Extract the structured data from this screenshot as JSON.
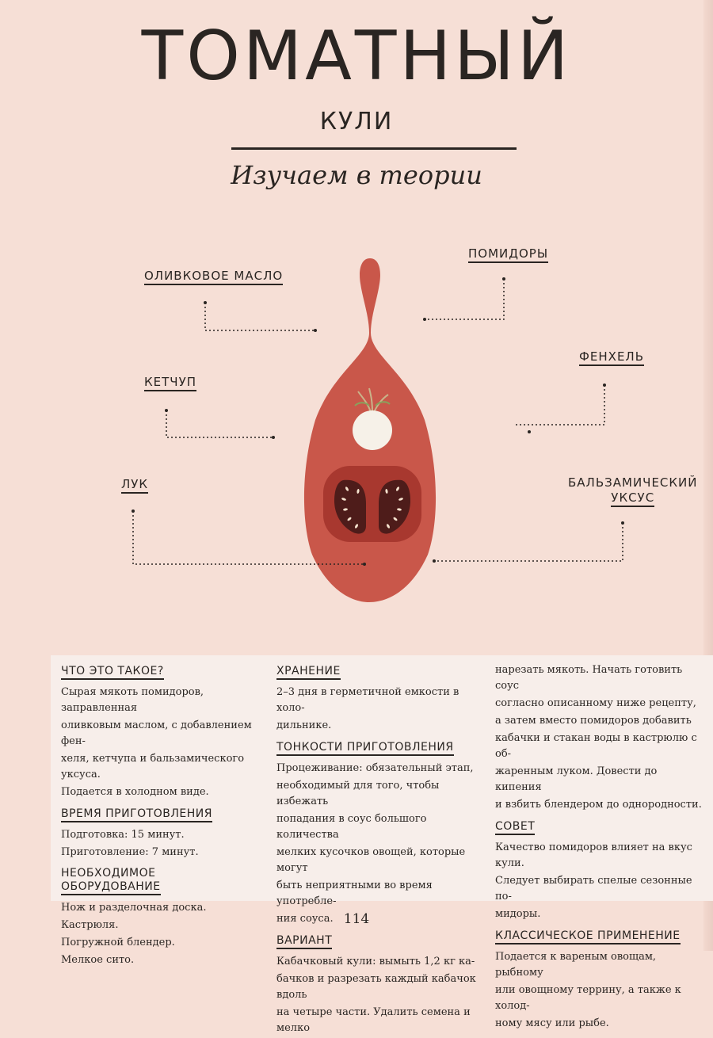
{
  "header": {
    "title": "ТОМАТНЫЙ",
    "subtitle": "КУЛИ",
    "tagline": "Изучаем в теории"
  },
  "ingredients": {
    "olive_oil": "ОЛИВКОВОЕ МАСЛО",
    "tomatoes": "ПОМИДОРЫ",
    "fennel": "ФЕНХЕЛЬ",
    "ketchup": "КЕТЧУП",
    "onion": "ЛУК",
    "balsamic_line1": "БАЛЬЗАМИЧЕСКИЙ",
    "balsamic_line2": "УКСУС"
  },
  "colors": {
    "background": "#f6dfd6",
    "spoon": "#c9574a",
    "tomato_slice": "#a8382f",
    "tomato_seed": "#4e1c1a",
    "onion": "#f6f1e8",
    "panel": "#f7eeea"
  },
  "col1": {
    "what_head": "ЧТО ЭТО ТАКОЕ?",
    "what_text": [
      "Сырая мякоть помидоров, заправленная",
      "оливковым маслом, с добавлением фен-",
      "хеля, кетчупа и бальзамического уксуса.",
      "Подается в холодном виде."
    ],
    "time_head": "ВРЕМЯ ПРИГОТОВЛЕНИЯ",
    "time_prep": "Подготовка: 15 минут.",
    "time_cook": "Приготовление: 7 минут.",
    "equip_head_1": "НЕОБХОДИМОЕ",
    "equip_head_2": "ОБОРУДОВАНИЕ",
    "equip": [
      "Нож и разделочная доска.",
      "Кастрюля.",
      "Погружной блендер.",
      "Мелкое сито."
    ]
  },
  "col2": {
    "storage_head": "ХРАНЕНИЕ",
    "storage_text": [
      "2–3 дня в герметичной емкости в холо-",
      "дильнике."
    ],
    "tips_head": "ТОНКОСТИ ПРИГОТОВЛЕНИЯ",
    "tips_text": [
      "Процеживание: обязательный этап,",
      "необходимый для того, чтобы избежать",
      "попадания в соус большого количества",
      "мелких кусочков овощей, которые могут",
      "быть неприятными во время употребле-",
      "ния соуса."
    ],
    "variant_head": "ВАРИАНТ",
    "variant_text": [
      "Кабачковый кули: вымыть 1,2 кг ка-",
      "бачков и разрезать каждый кабачок вдоль",
      "на четыре части. Удалить семена и мелко"
    ]
  },
  "col3": {
    "variant_cont": [
      "нарезать мякоть. Начать готовить соус",
      "согласно описанному ниже рецепту,",
      "а затем вместо помидоров добавить",
      "кабачки и стакан воды в кастрюлю с об-",
      "жаренным луком. Довести до кипения",
      "и взбить блендером до однородности."
    ],
    "advice_head": "СОВЕТ",
    "advice_text": [
      "Качество помидоров влияет на вкус кули.",
      "Следует выбирать спелые сезонные по-",
      "мидоры."
    ],
    "usage_head": "КЛАССИЧЕСКОЕ ПРИМЕНЕНИЕ",
    "usage_text": [
      "Подается к вареным овощам, рыбному",
      "или овощному террину, а также к холод-",
      "ному мясу или рыбе."
    ]
  },
  "footer": {
    "page_number": "114"
  }
}
